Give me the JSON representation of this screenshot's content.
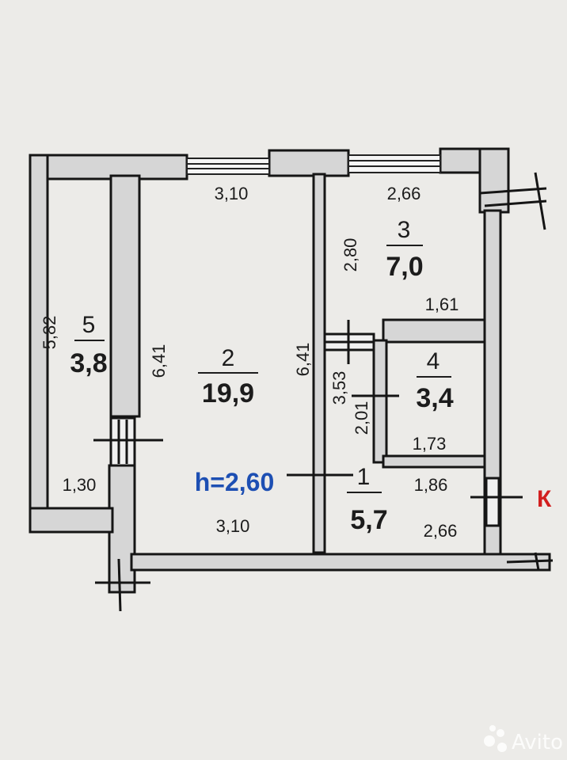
{
  "rooms": [
    {
      "number": "1",
      "area": "5,7"
    },
    {
      "number": "2",
      "area": "19,9"
    },
    {
      "number": "3",
      "area": "7,0"
    },
    {
      "number": "4",
      "area": "3,4"
    },
    {
      "number": "5",
      "area": "3,8"
    }
  ],
  "dimensions": {
    "room2_top": "3,10",
    "room2_bottom": "3,10",
    "room2_left": "6,41",
    "room2_right": "6,41",
    "room3_top": "2,66",
    "room3_side": "2,80",
    "room4_top": "1,61",
    "room4_side_a": "3,53",
    "room4_side_b": "2,01",
    "room4_bottom": "1,73",
    "room1_mid": "1,86",
    "room1_bottom": "2,66",
    "room5_side": "5,82",
    "room5_bottom": "1,30"
  },
  "ceiling_height": "h=2,60",
  "cut_label": "К",
  "watermark": "Avito",
  "colors": {
    "wall": "#1a1a1a",
    "wall_fill": "#d9d9d9",
    "ceiling_text": "#1d4fb3",
    "red_text": "#d21f1f"
  }
}
